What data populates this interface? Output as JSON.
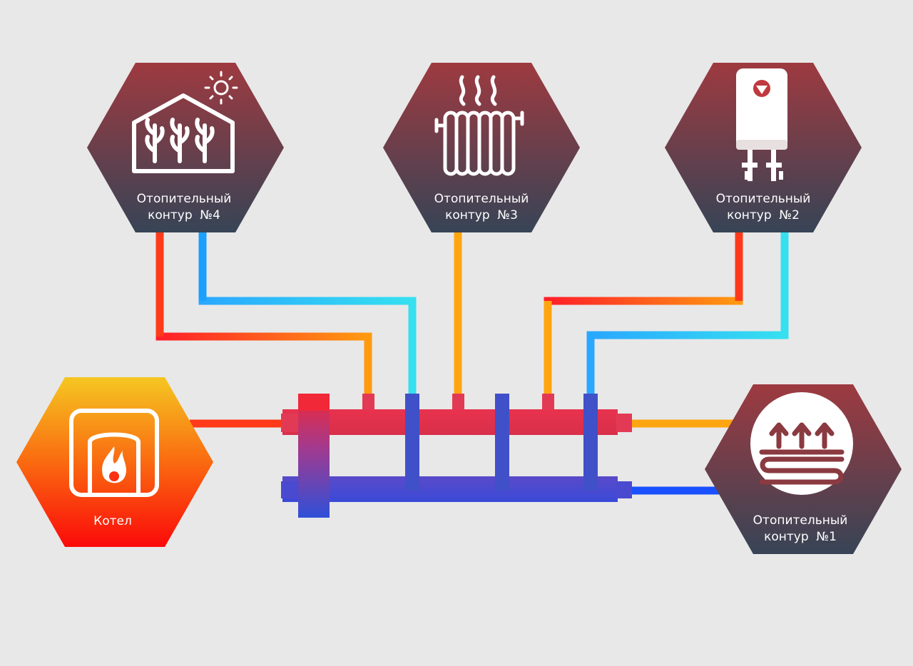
{
  "nodes": {
    "circuit_4": {
      "line1": "Отопительный",
      "line2": "контур  №4",
      "icon": "greenhouse-icon"
    },
    "circuit_3": {
      "line1": "Отопительный",
      "line2": "контур  №3",
      "icon": "radiator-icon"
    },
    "circuit_2": {
      "line1": "Отопительный",
      "line2": "контур  №2",
      "icon": "water-heater-icon"
    },
    "circuit_1": {
      "line1": "Отопительный",
      "line2": "контур  №1",
      "icon": "underfloor-heating-icon"
    },
    "boiler": {
      "label": "Котел",
      "icon": "boiler-icon"
    }
  },
  "colors": {
    "background": "#e8e8e8",
    "circuit_hex_top": "#9b3a3f",
    "circuit_hex_bottom": "#3a4556",
    "boiler_hex_top": "#f6c020",
    "boiler_hex_bottom": "#fb0d0a",
    "hot_pipe": "#ff3a1a",
    "hot_pipe_alt": "#ffa000",
    "cold_pipe": "#1aa0ff",
    "cold_pipe_alt": "#33e0f0",
    "manifold_supply": "#e23a55",
    "manifold_return": "#3f4fcf"
  }
}
